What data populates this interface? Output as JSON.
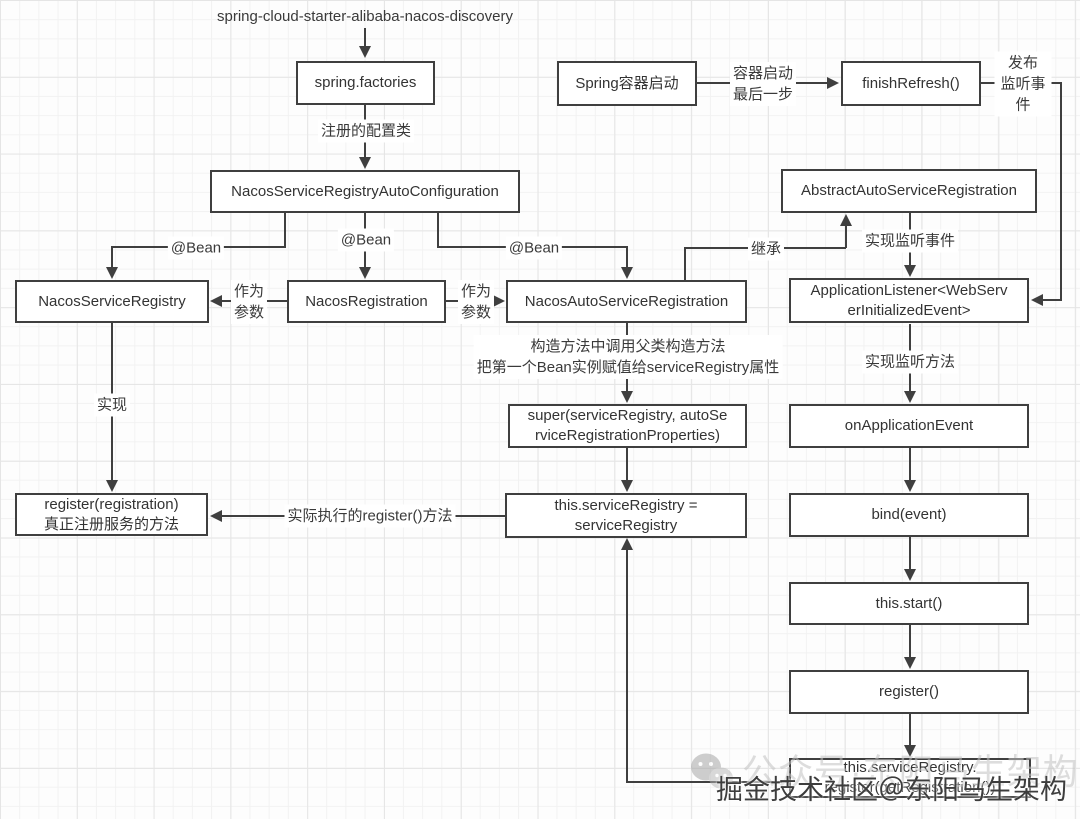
{
  "title": "spring-cloud-starter-alibaba-nacos-discovery",
  "nodes": {
    "spring_factories": {
      "label": "spring.factories"
    },
    "spring_container_start": {
      "label": "Spring容器启动"
    },
    "finish_refresh": {
      "label": "finishRefresh()"
    },
    "nacos_service_registry_auto_configuration": {
      "label": "NacosServiceRegistryAutoConfiguration"
    },
    "abstract_auto_service_registration": {
      "label": "AbstractAutoServiceRegistration"
    },
    "nacos_service_registry": {
      "label": "NacosServiceRegistry"
    },
    "nacos_registration": {
      "label": "NacosRegistration"
    },
    "nacos_auto_service_registration": {
      "label": "NacosAutoServiceRegistration"
    },
    "application_listener": {
      "label": "ApplicationListener<WebServ\nerInitializedEvent>"
    },
    "super_call": {
      "label": "super(serviceRegistry, autoSe\nrviceRegistrationProperties)"
    },
    "on_application_event": {
      "label": "onApplicationEvent"
    },
    "this_service_registry_assign": {
      "label": "this.serviceRegistry =\nserviceRegistry"
    },
    "register_registration": {
      "label": "register(registration)\n真正注册服务的方法"
    },
    "bind_event": {
      "label": "bind(event)"
    },
    "this_start": {
      "label": "this.start()"
    },
    "register_call": {
      "label": "register()"
    },
    "service_registry_register": {
      "label": "this.serviceRegistry.\nregister(getRegistration())"
    }
  },
  "labels": {
    "registered_config_class": "注册的配置类",
    "container_last_step": "容器启动\n最后一步",
    "publish_listen_event": "发布\n监听事件",
    "bean_left": "@Bean",
    "bean_center": "@Bean",
    "bean_right": "@Bean",
    "inherit": "继承",
    "implement_listen_event": "实现监听事件",
    "implement_listen_method": "实现监听方法",
    "as_param_left": "作为\n参数",
    "as_param_right": "作为\n参数",
    "implement": "实现",
    "actual_register_method": "实际执行的register()方法",
    "constructor_note": "构造方法中调用父类构造方法\n把第一个Bean实例赋值给serviceRegistry属性"
  },
  "watermark": {
    "faint_text": "公众号·东阳马生架构",
    "dark_text": "掘金技术社区＠东阳马生架构",
    "icon": "wechat-icon"
  },
  "colors": {
    "line": "#3f3f3f",
    "text": "#333333",
    "grid_minor": "#f2f2f2",
    "grid_major": "#e5e5e5"
  }
}
